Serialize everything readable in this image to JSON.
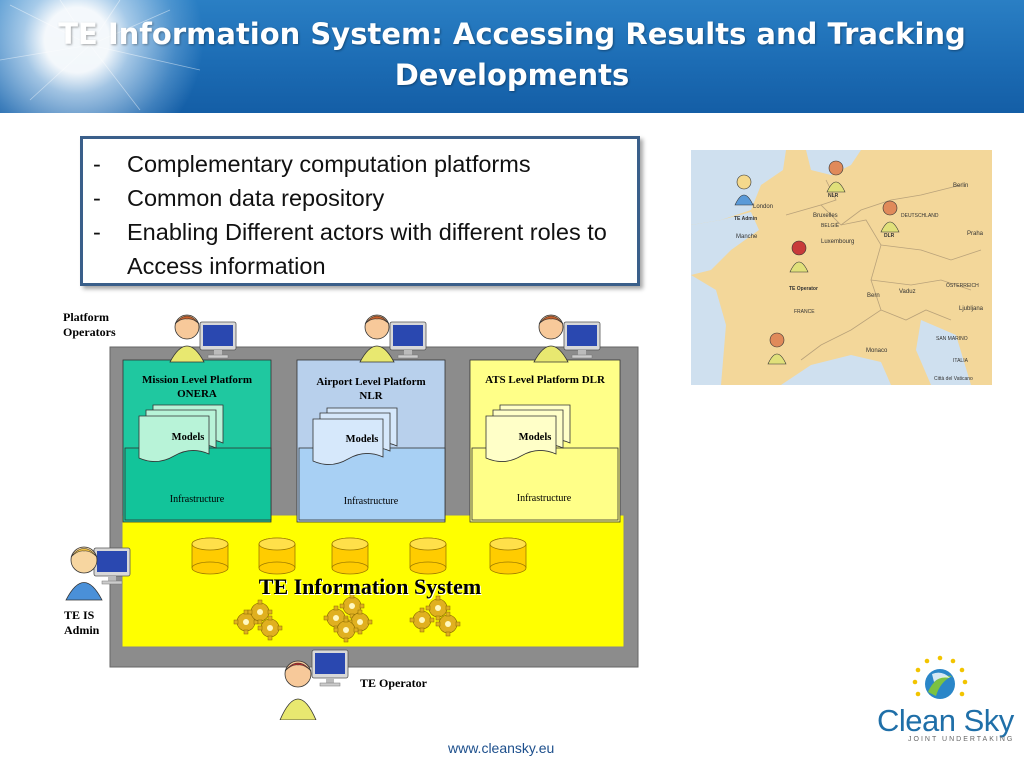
{
  "header": {
    "title_line1": "TE Information System: Accessing Results and Tracking",
    "title_line2": "Developments"
  },
  "bullets": [
    "Complementary computation platforms",
    "Common data repository",
    "Enabling Different actors with different roles to Access information"
  ],
  "bullet_marker": "-",
  "diagram": {
    "platform_operators_label": "Platform Operators",
    "platforms": [
      {
        "title": "Mission Level Platform ONERA",
        "models": "Models",
        "infrastructure": "Infrastructure",
        "color": "#1fc8a0"
      },
      {
        "title": "Airport Level Platform NLR",
        "models": "Models",
        "infrastructure": "Infrastructure",
        "color": "#a8d0f4"
      },
      {
        "title": "ATS Level Platform DLR",
        "models": "Models",
        "infrastructure": "Infrastructure",
        "color": "#ffff88"
      }
    ],
    "system_label": "TE Information System",
    "admin_label": "TE IS Admin",
    "operator_label": "TE Operator"
  },
  "map": {
    "labels": [
      "London",
      "NLR",
      "Bruxelles",
      "BELGIË",
      "Luxembourg",
      "DEUTSCHLAND",
      "DLR",
      "Berlin",
      "Praha",
      "Manche",
      "TE Admin",
      "TE Operator",
      "FRANCE",
      "Bern",
      "Vaduz",
      "ÖSTERREICH",
      "Ljubljana",
      "Monaco",
      "SAN MARINO",
      "Città del Vaticano",
      "ITALIA"
    ]
  },
  "footer": {
    "url": "www.cleansky.eu"
  },
  "logo": {
    "name": "Clean Sky",
    "subtitle": "JOINT UNDERTAKING"
  },
  "colors": {
    "header_blue": "#1c6cb4",
    "system_yellow": "#ffff00",
    "frame_gray": "#8c8c8c",
    "bullet_border": "#3a5f8a",
    "brand_blue": "#1f6fa8"
  }
}
